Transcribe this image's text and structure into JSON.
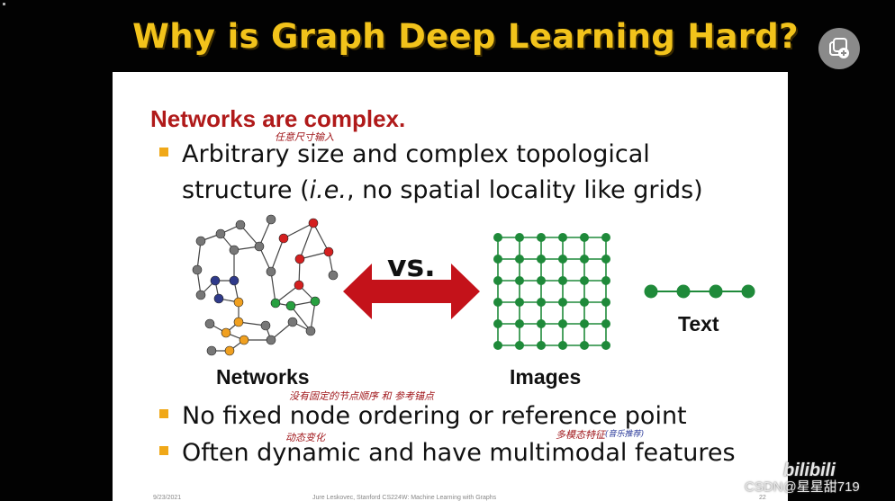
{
  "slide": {
    "title": "Why is Graph Deep Learning Hard?",
    "heading": "Networks are complex.",
    "bullets": [
      {
        "text_line1": "Arbitrary size and complex topological",
        "text_line2_pre": "structure (",
        "text_line2_ie": "i.e.",
        "text_line2_post": ", no spatial locality like grids)"
      },
      {
        "text": "No fixed node ordering or reference point"
      },
      {
        "text": "Often dynamic and have multimodal features"
      }
    ],
    "figure": {
      "vs_label": "vs.",
      "networks_label": "Networks",
      "images_label": "Images",
      "text_label": "Text"
    },
    "footer": {
      "date": "9/23/2021",
      "course": "Jure Leskovec, Stanford CS224W: Machine Learning with Graphs",
      "page": "22"
    }
  },
  "annotations": {
    "note1": "任意尺寸输入",
    "note2": "没有固定的节点顺序   和 参考锚点",
    "note3": "动态变化",
    "note4": "多模态特征",
    "note5": "(音乐推荐)"
  },
  "watermark": {
    "site": "CSDN",
    "user": "@星星甜719",
    "brand": "bilibili"
  },
  "colors": {
    "title": "#f2c31b",
    "heading": "#b01a1a",
    "bullet": "#f0a818",
    "arrow": "#c4121a",
    "grid_node": "#1f8a3a",
    "node_gray": "#777777",
    "node_red": "#d42020",
    "node_blue": "#2f3a8a",
    "node_green": "#28a040",
    "node_orange": "#f0a020"
  },
  "icons": {
    "save": "copy-add-icon"
  }
}
